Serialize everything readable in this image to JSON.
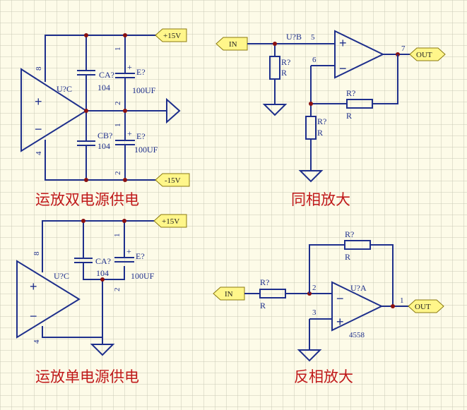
{
  "titles": {
    "dual": "运放双电源供电",
    "noninv": "同相放大",
    "single": "运放单电源供电",
    "inv": "反相放大"
  },
  "ports": {
    "p15_top": "+15V",
    "m15": "-15V",
    "p15_single": "+15V",
    "in_noninv": "IN",
    "out_noninv": "OUT",
    "in_inv": "IN",
    "out_inv": "OUT"
  },
  "dual_supply": {
    "op_ref": "U?C",
    "pin_top": "8",
    "pin_bottom": "4",
    "plus": "+",
    "minus": "−",
    "cap_a_ref": "CA?",
    "cap_a_val": "104",
    "e_top_ref": "E?",
    "e_top_val": "100UF",
    "e_top_pin1": "1",
    "e_top_pin2": "2",
    "cap_b_ref": "CB?",
    "cap_b_val": "104",
    "e_bot_ref": "E?",
    "e_bot_val": "100UF",
    "e_bot_pin1": "1",
    "e_bot_pin2": "2"
  },
  "noninverting": {
    "op_ref": "U?B",
    "pin_in": "5",
    "pin_fb": "6",
    "pin_out": "7",
    "plus": "+",
    "minus": "−",
    "r1_ref": "R?",
    "r1_val": "R",
    "r2_ref": "R?",
    "r2_val": "R",
    "rf_ref": "R?",
    "rf_val": "R"
  },
  "single_supply": {
    "op_ref": "U?C",
    "pin_top": "8",
    "pin_bottom": "4",
    "plus": "+",
    "minus": "−",
    "cap_ref": "CA?",
    "cap_val": "104",
    "e_ref": "E?",
    "e_val": "100UF",
    "e_pin1": "1",
    "e_pin2": "2"
  },
  "inverting": {
    "op_ref": "U?A",
    "op_part": "4558",
    "pin_inv": "2",
    "pin_noninv": "3",
    "pin_out": "1",
    "plus": "+",
    "minus": "−",
    "rin_ref": "R?",
    "rin_val": "R",
    "rf_ref": "R?",
    "rf_val": "R"
  },
  "colors": {
    "background": "#fdfbe8",
    "grid": "#c9c9b6",
    "wire": "#1e2f8c",
    "junction": "#8b1010",
    "port_fill": "#fff68a",
    "title": "#c0191a"
  }
}
